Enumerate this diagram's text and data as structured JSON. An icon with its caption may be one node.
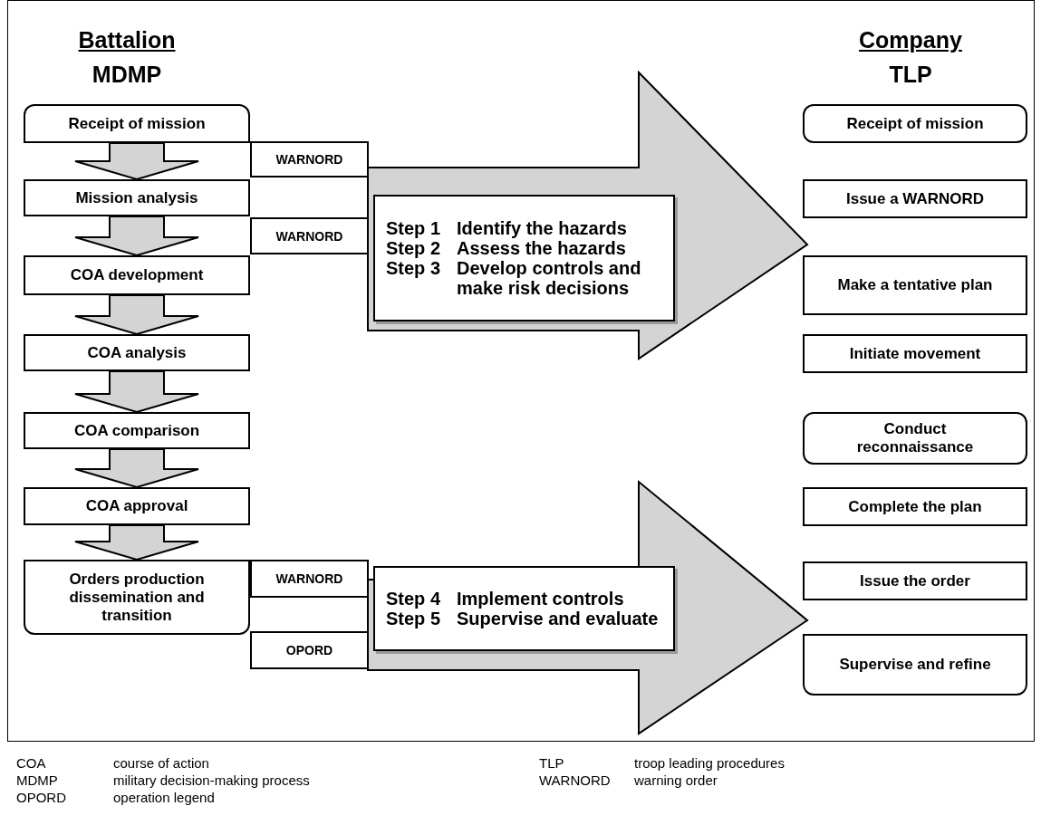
{
  "diagram": {
    "nodes": [
      {
        "text": [
          "Receipt of mission"
        ]
      },
      {
        "text": [
          "Mission analysis"
        ]
      },
      {
        "text": [
          "COA development"
        ]
      },
      {
        "text": [
          "COA analysis"
        ]
      },
      {
        "text": [
          "COA comparison"
        ]
      },
      {
        "text": [
          "COA approval"
        ]
      },
      {
        "text": [
          "Orders production dissemination and transition"
        ]
      },
      {
        "text": [
          "WARNORD"
        ]
      },
      {
        "text": [
          "WARNORD"
        ]
      },
      {
        "text": [
          "WARNORD"
        ]
      },
      {
        "text": [
          "OPORD"
        ]
      },
      {
        "text": [],
        "shape": "arrow"
      },
      {
        "text": [
          "Step 1",
          "Identify the hazards",
          "Step 2",
          "Assess the hazards",
          "Step 3",
          "Develop controls and make risk decisions"
        ],
        "in": 11
      },
      {
        "text": [],
        "shape": "arrow"
      },
      {
        "text": [
          "Step 4",
          "Implement controls",
          "Step 5",
          "Supervise and evaluate"
        ],
        "in": 13
      },
      {
        "text": [
          "Receipt of mission"
        ]
      },
      {
        "text": [
          "Issue a WARNORD"
        ]
      },
      {
        "text": [
          "Make a tentative plan"
        ]
      },
      {
        "text": [
          "Initiate movement"
        ]
      },
      {
        "text": [
          "Conduct reconnaissance"
        ]
      },
      {
        "text": [
          "Complete the plan"
        ]
      },
      {
        "text": [
          "Issue the order"
        ]
      },
      {
        "text": [
          "Supervise and refine"
        ]
      }
    ],
    "edges": [
      {
        "from": 0,
        "to": 1,
        "arrow": "to"
      },
      {
        "from": 1,
        "to": 2,
        "arrow": "to"
      },
      {
        "from": 2,
        "to": 3,
        "arrow": "to"
      },
      {
        "from": 3,
        "to": 4,
        "arrow": "to"
      },
      {
        "from": 4,
        "to": 5,
        "arrow": "to"
      },
      {
        "from": 5,
        "to": 6,
        "arrow": "to"
      }
    ],
    "labels": [
      "Battalion",
      "MDMP",
      "Company",
      "TLP",
      "COA",
      "course of action",
      "TLP",
      "troop leading procedures",
      "MDMP",
      "military decision-making process",
      "WARNORD",
      "warning order",
      "OPORD",
      "operation legend"
    ]
  }
}
